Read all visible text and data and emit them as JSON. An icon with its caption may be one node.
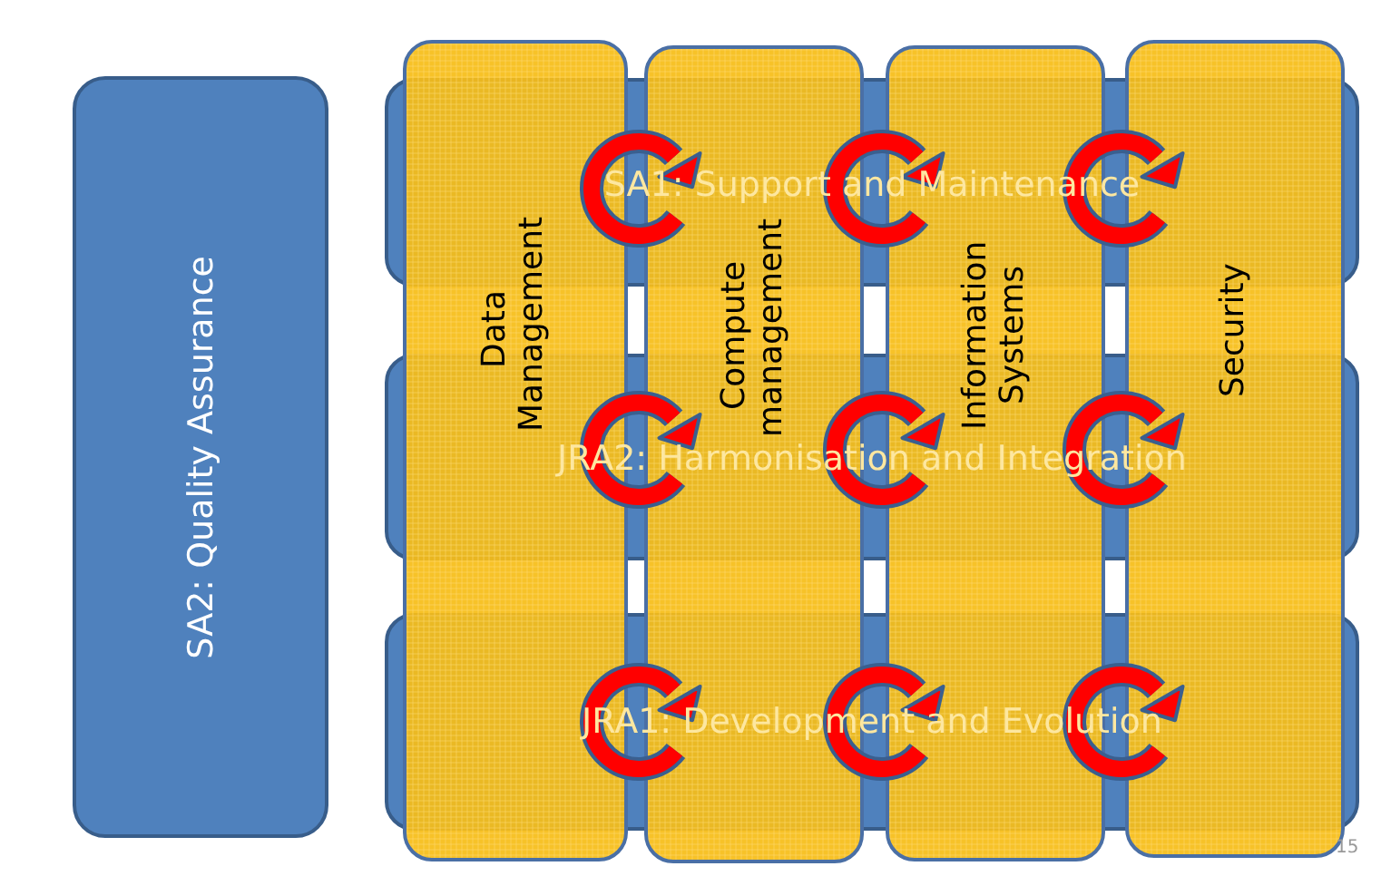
{
  "diagram": {
    "nodes": [
      {
        "text": [
          "SA2: Quality Assurance"
        ]
      },
      {
        "text": [
          "SA1: Support and Maintenance"
        ]
      },
      {
        "text": [
          "JRA2: Harmonisation and Integration"
        ]
      },
      {
        "text": [
          "JRA1: Development and Evolution"
        ]
      },
      {
        "text": [
          "Data Management"
        ]
      },
      {
        "text": [
          "Compute management"
        ]
      },
      {
        "text": [
          "Information Systems"
        ]
      },
      {
        "text": [
          "Security"
        ]
      }
    ],
    "labels": [
      "15"
    ]
  }
}
